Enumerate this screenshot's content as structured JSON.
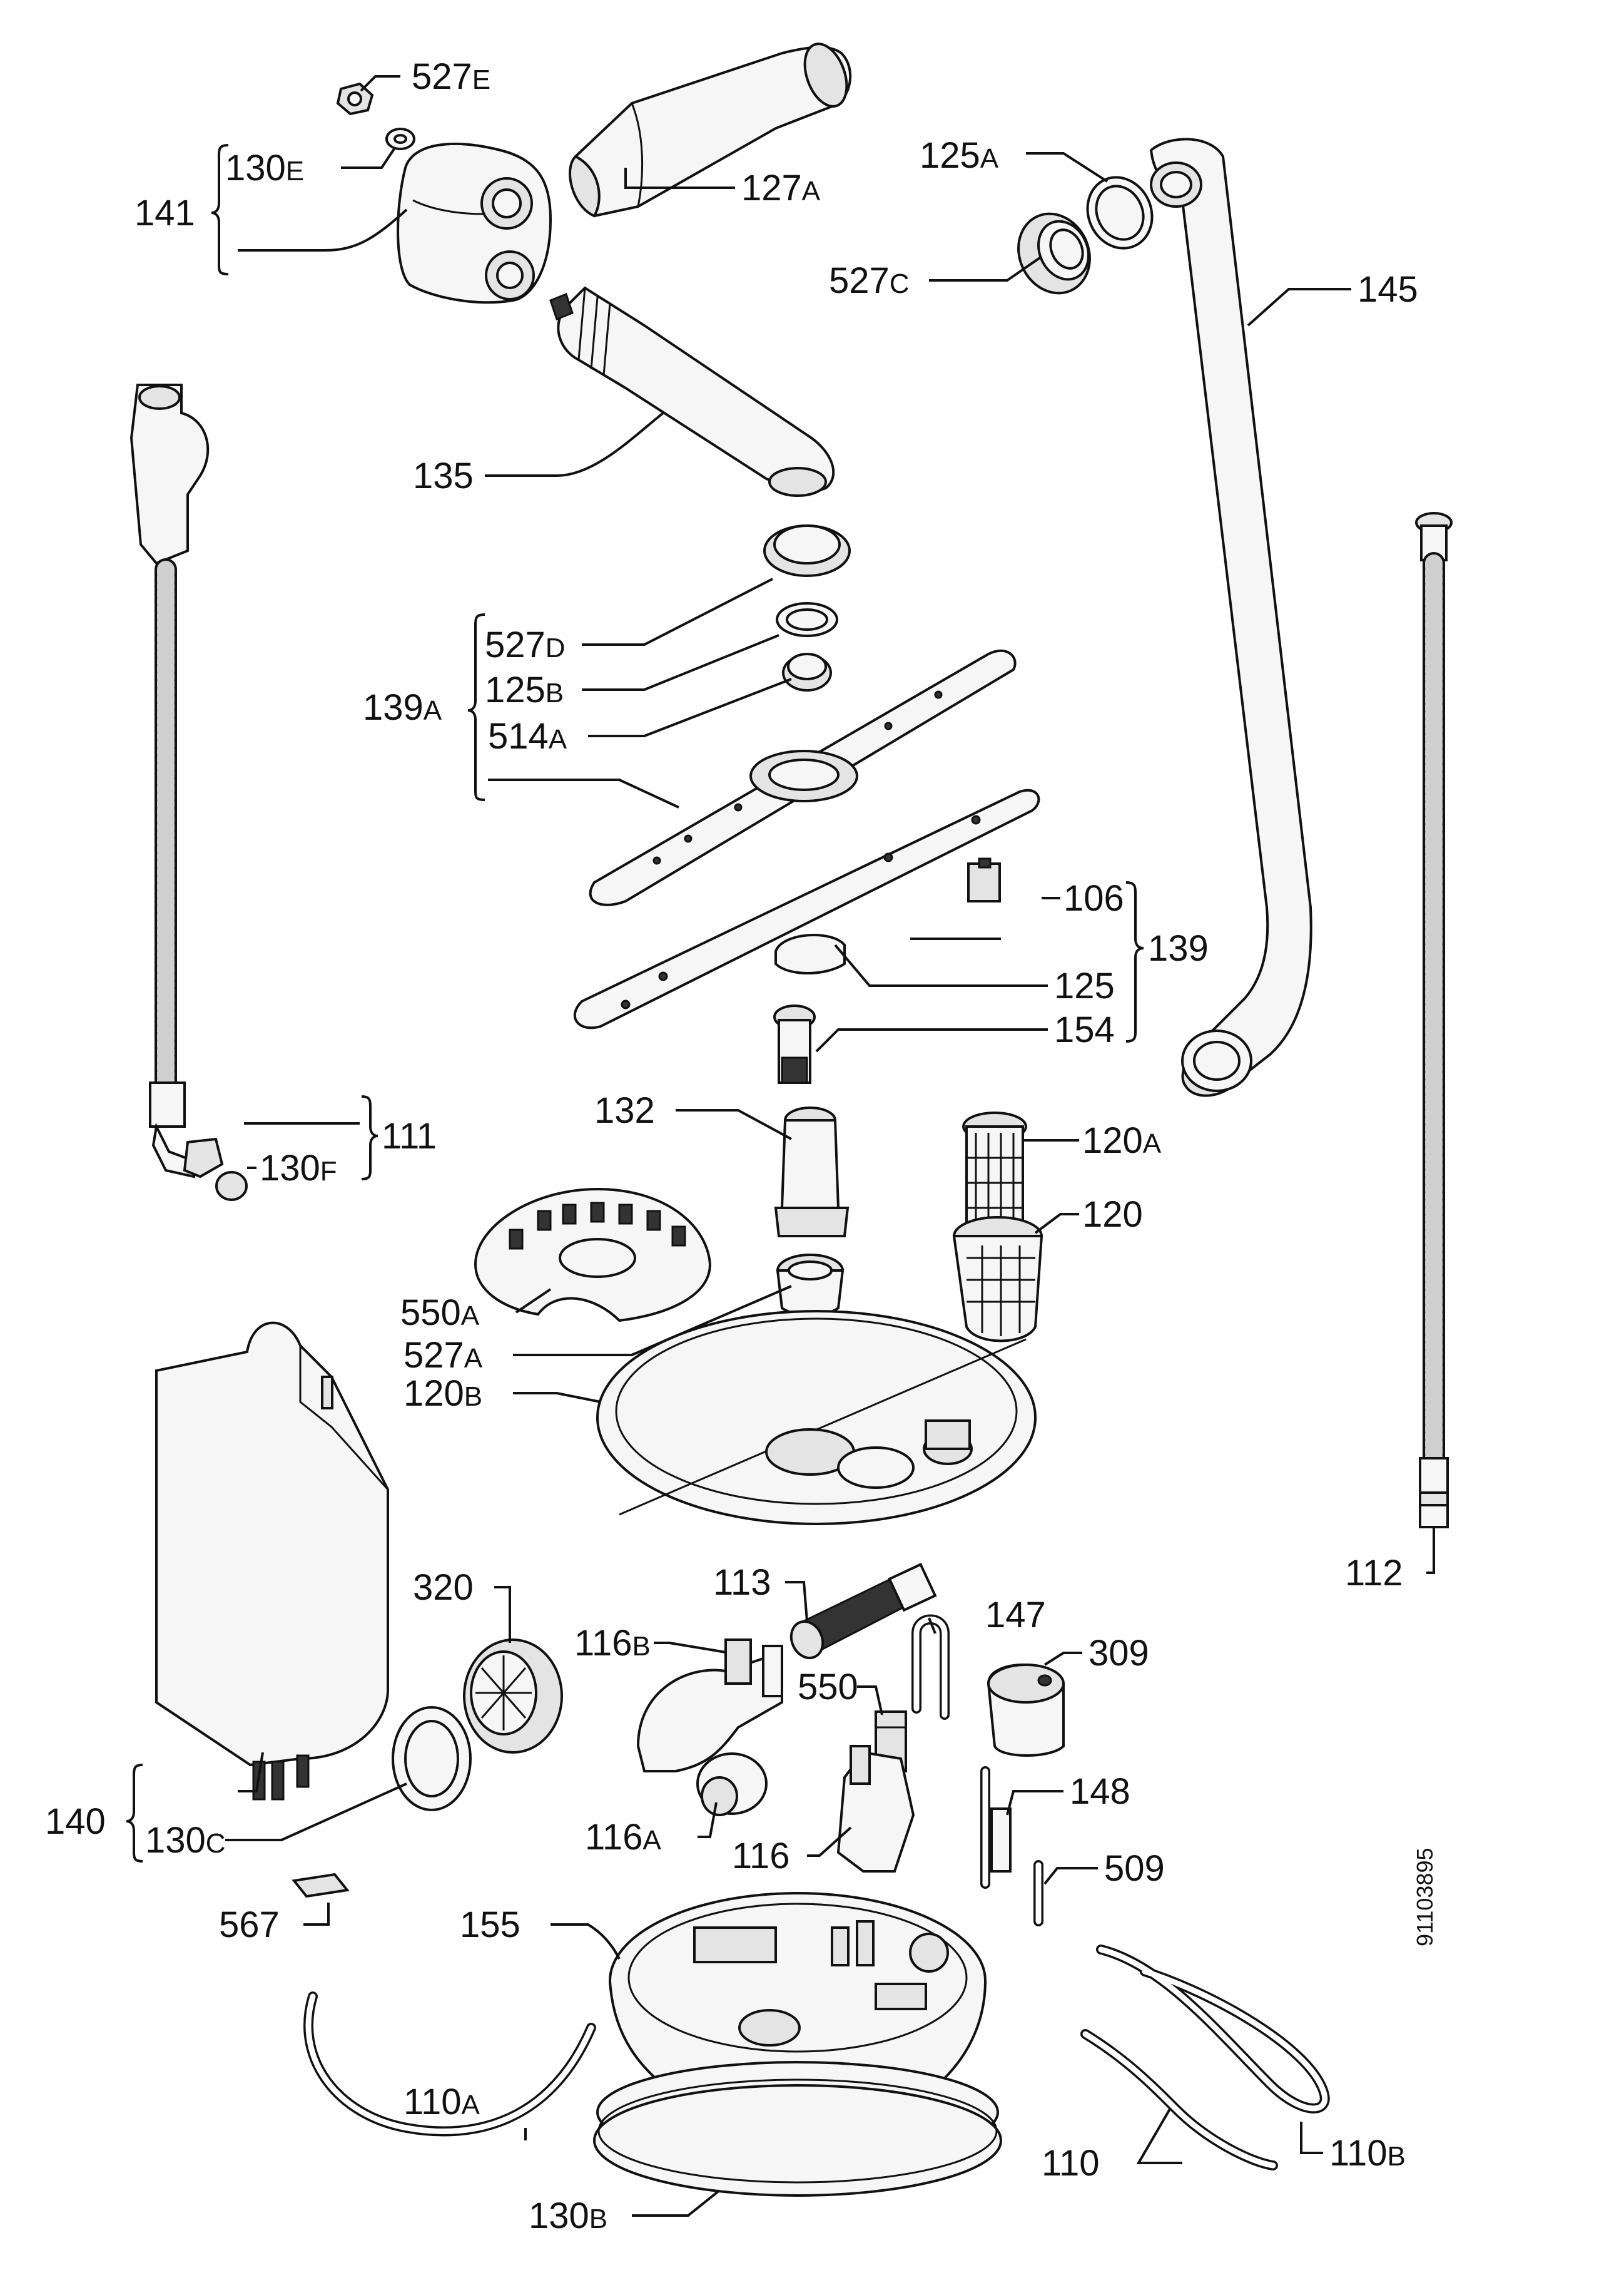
{
  "labels": {
    "l527E": {
      "num": "527",
      "suf": "E"
    },
    "l130E": {
      "num": "130",
      "suf": "E"
    },
    "l141": {
      "num": "141",
      "suf": ""
    },
    "l127A": {
      "num": "127",
      "suf": "A"
    },
    "l125A": {
      "num": "125",
      "suf": "A"
    },
    "l527C": {
      "num": "527",
      "suf": "C"
    },
    "l145": {
      "num": "145",
      "suf": ""
    },
    "l135": {
      "num": "135",
      "suf": ""
    },
    "l527D": {
      "num": "527",
      "suf": "D"
    },
    "l125B": {
      "num": "125",
      "suf": "B"
    },
    "l139A": {
      "num": "139",
      "suf": "A"
    },
    "l514A": {
      "num": "514",
      "suf": "A"
    },
    "l106": {
      "num": "106",
      "suf": ""
    },
    "l139": {
      "num": "139",
      "suf": ""
    },
    "l125": {
      "num": "125",
      "suf": ""
    },
    "l154": {
      "num": "154",
      "suf": ""
    },
    "l132": {
      "num": "132",
      "suf": ""
    },
    "l120A": {
      "num": "120",
      "suf": "A"
    },
    "l111": {
      "num": "111",
      "suf": ""
    },
    "l130F": {
      "num": "130",
      "suf": "F"
    },
    "l120": {
      "num": "120",
      "suf": ""
    },
    "l550A": {
      "num": "550",
      "suf": "A"
    },
    "l527A": {
      "num": "527",
      "suf": "A"
    },
    "l120B": {
      "num": "120",
      "suf": "B"
    },
    "l112": {
      "num": "112",
      "suf": ""
    },
    "l320": {
      "num": "320",
      "suf": ""
    },
    "l113": {
      "num": "113",
      "suf": ""
    },
    "l116B": {
      "num": "116",
      "suf": "B"
    },
    "l147": {
      "num": "147",
      "suf": ""
    },
    "l550": {
      "num": "550",
      "suf": ""
    },
    "l309": {
      "num": "309",
      "suf": ""
    },
    "l140": {
      "num": "140",
      "suf": ""
    },
    "l130C": {
      "num": "130",
      "suf": "C"
    },
    "l116A": {
      "num": "116",
      "suf": "A"
    },
    "l116": {
      "num": "116",
      "suf": ""
    },
    "l148": {
      "num": "148",
      "suf": ""
    },
    "l509": {
      "num": "509",
      "suf": ""
    },
    "l567": {
      "num": "567",
      "suf": ""
    },
    "l155": {
      "num": "155",
      "suf": ""
    },
    "l110A": {
      "num": "110",
      "suf": "A"
    },
    "l110B": {
      "num": "110",
      "suf": "B"
    },
    "l110": {
      "num": "110",
      "suf": ""
    },
    "l130B": {
      "num": "130",
      "suf": "B"
    }
  },
  "drawing_number": "91103895"
}
